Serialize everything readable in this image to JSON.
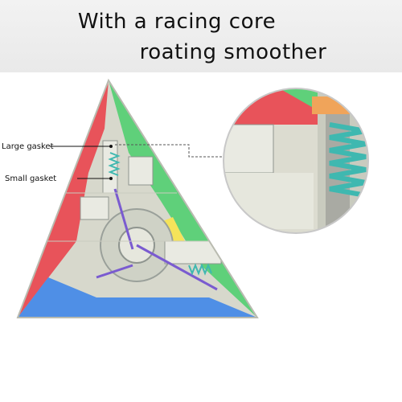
{
  "header": {
    "line1": "With a racing core",
    "line2": "roating smoother"
  },
  "labels": {
    "large_gasket": "Large gasket",
    "small_gasket": "Small gasket"
  },
  "colors": {
    "red": "#e8535a",
    "green": "#5fd07a",
    "blue": "#4f8fe6",
    "yellow": "#f5e35a",
    "spring": "#3fb8b0",
    "core": "#d8d9cc"
  }
}
